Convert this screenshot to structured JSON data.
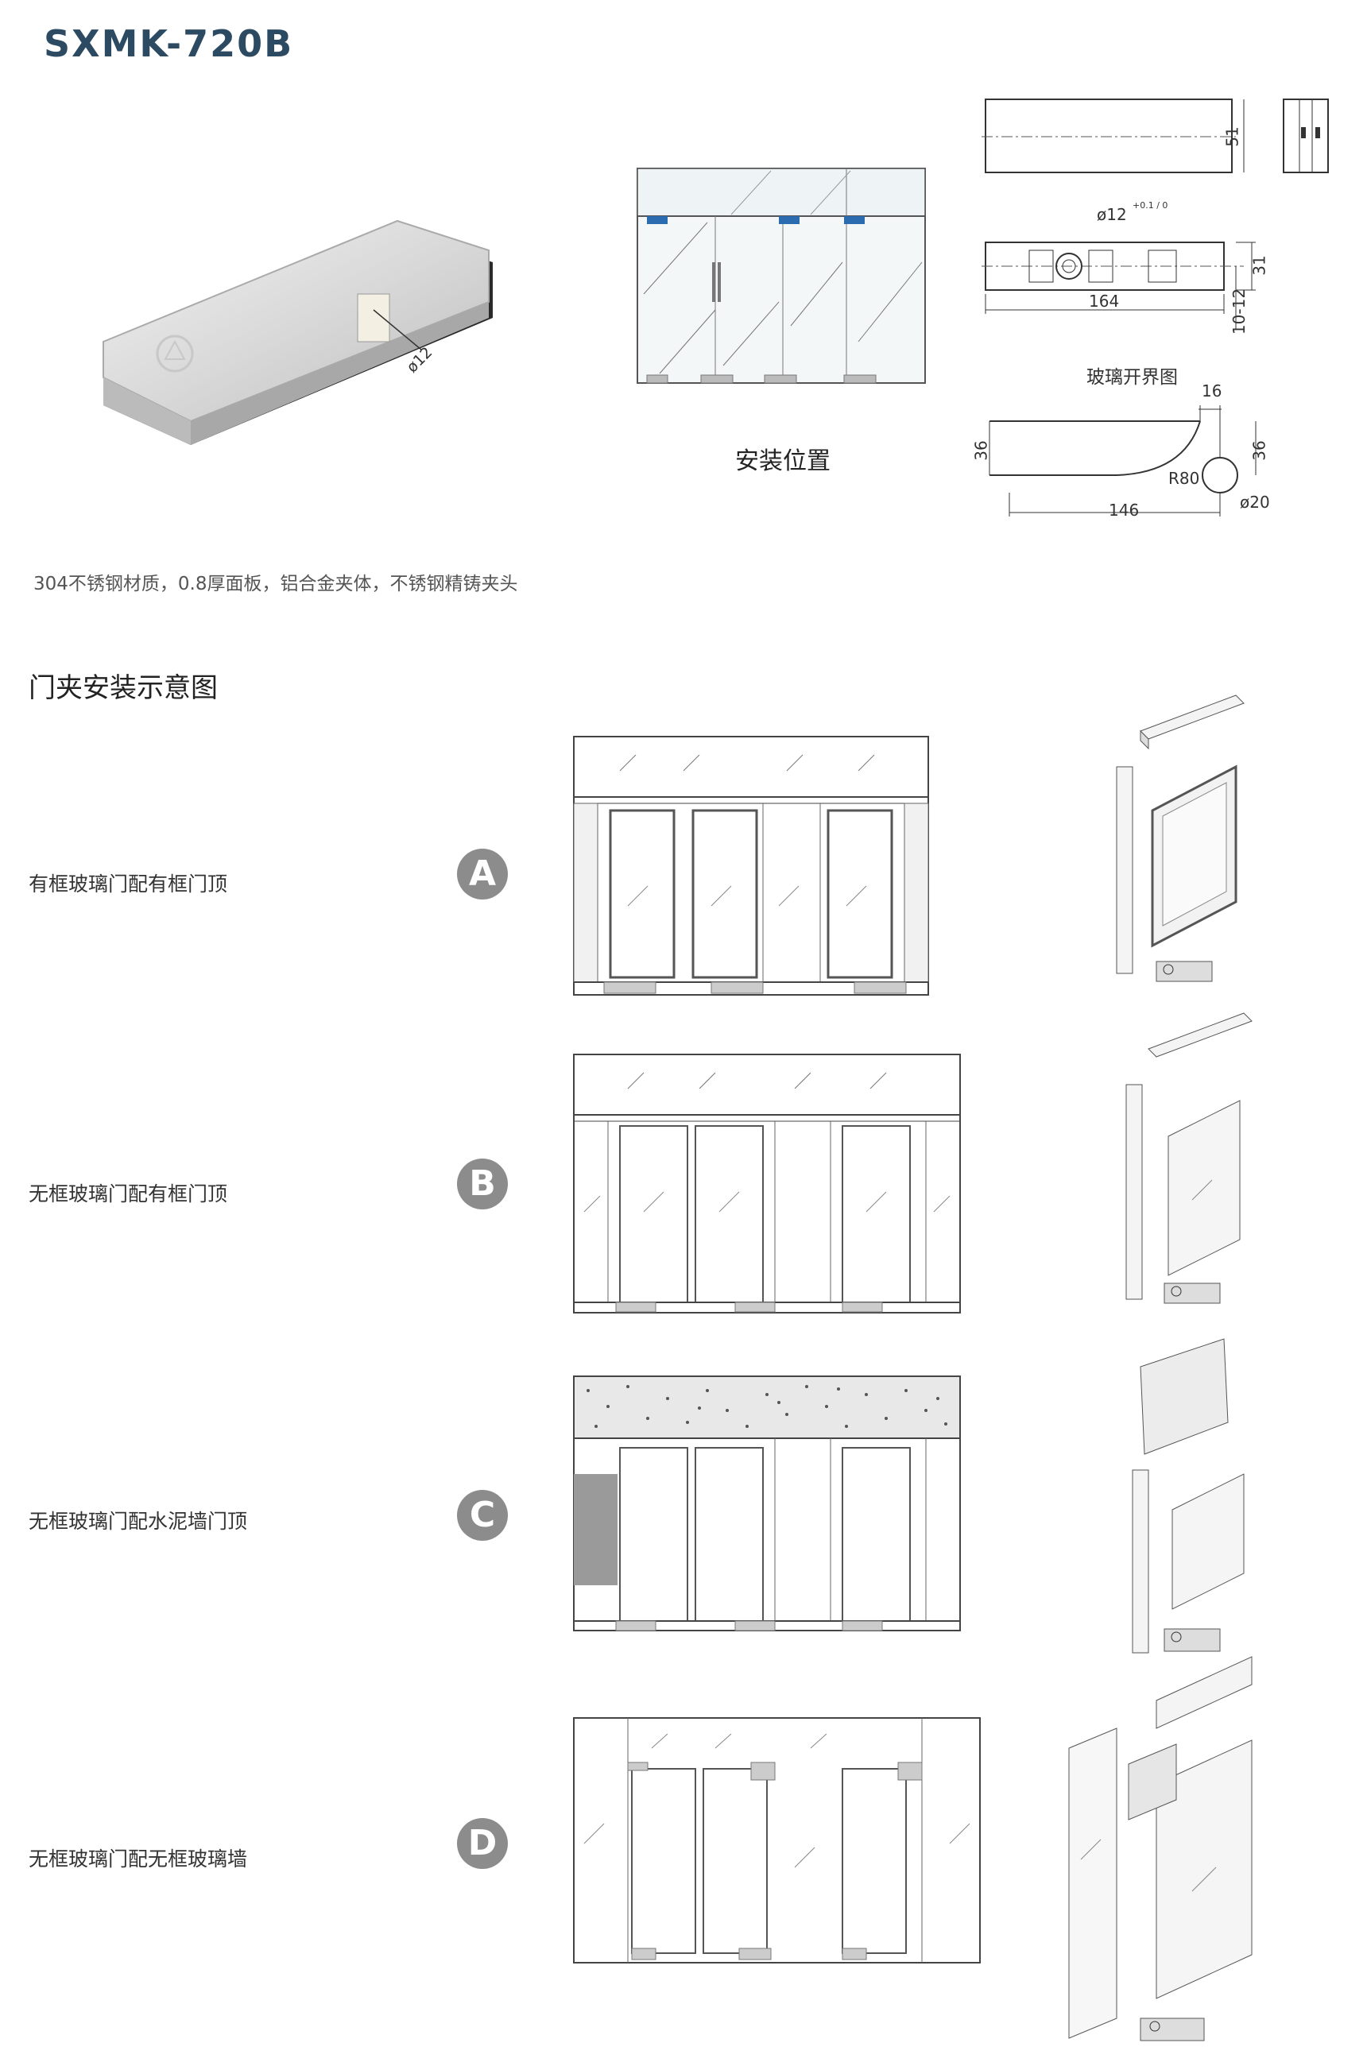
{
  "header": {
    "model": "SXMK-720B"
  },
  "product": {
    "dia_label": "ø12",
    "spec_text": "304不锈钢材质，0.8厚面板，铝合金夹体，不锈钢精铸夹头"
  },
  "install": {
    "caption": "安装位置"
  },
  "drawing": {
    "dim_51": "51",
    "dim_dia12": "ø12",
    "dim_dia12_tol": "+0.1 / 0",
    "dim_31": "31",
    "dim_164": "164",
    "dim_10_12": "10-12",
    "glass_cut_title": "玻璃开界图",
    "dim_16": "16",
    "dim_36_left": "36",
    "dim_36_right": "36",
    "dim_r80": "R80",
    "dim_dia20": "ø20",
    "dim_146": "146"
  },
  "section": {
    "title": "门夹安装示意图"
  },
  "rows": [
    {
      "badge": "A",
      "label": "有框玻璃门配有框门顶"
    },
    {
      "badge": "B",
      "label": "无框玻璃门配有框门顶"
    },
    {
      "badge": "C",
      "label": "无框玻璃门配水泥墙门顶"
    },
    {
      "badge": "D",
      "label": "无框玻璃门配无框玻璃墙"
    }
  ],
  "colors": {
    "title": "#2d4a63",
    "badge": "#8c8c8c",
    "accent_blue": "#2b6cb0"
  }
}
